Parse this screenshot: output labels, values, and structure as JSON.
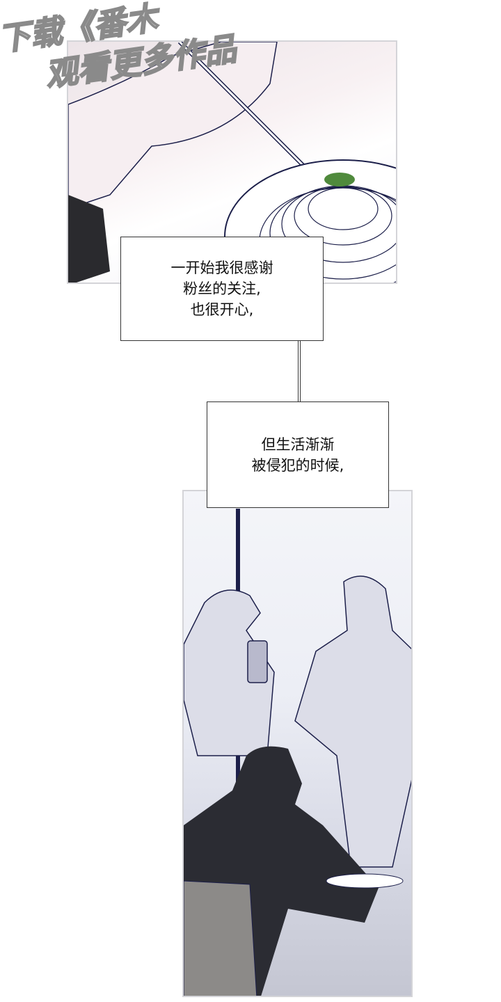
{
  "watermark": {
    "line1": "下载《番木",
    "line2": "观看更多作品"
  },
  "captions": [
    {
      "lines": [
        "一开始我很感谢",
        "粉丝的关注,",
        "也很开心,"
      ]
    },
    {
      "lines": [
        "但生活渐渐",
        "被侵犯的时候,"
      ]
    }
  ],
  "colors": {
    "ink": "#1c1f4a",
    "panel_border": "#d4d4d8",
    "caption_border": "#333333"
  }
}
